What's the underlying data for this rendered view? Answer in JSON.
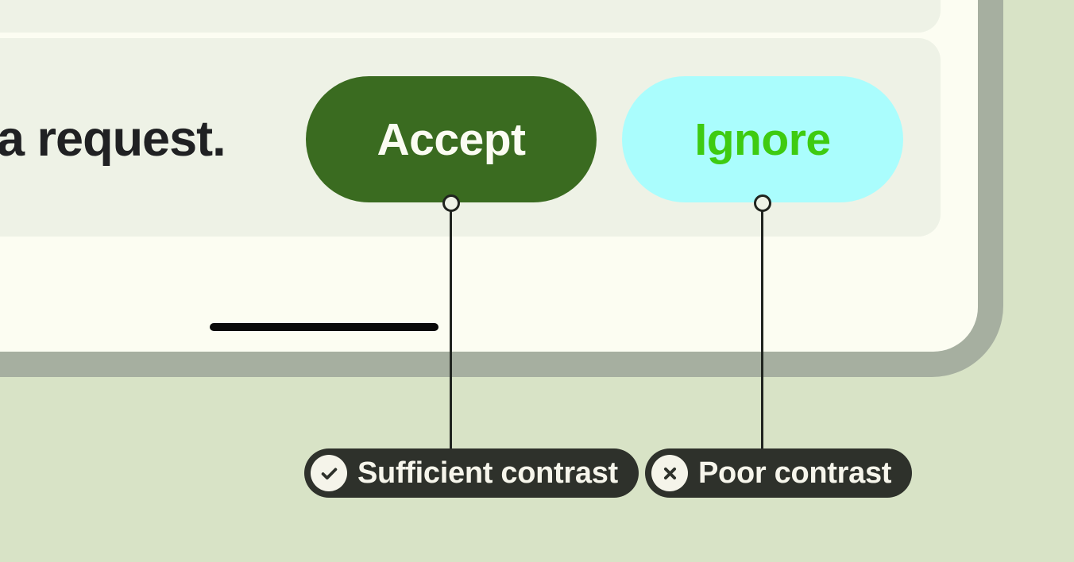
{
  "mockup": {
    "truncated_text": "a request.",
    "accept_button": {
      "label": "Accept",
      "bg": "#3a6b20",
      "text_color": "#fbfcf2"
    },
    "ignore_button": {
      "label": "Ignore",
      "bg": "#aafdfd",
      "text_color": "#3ecb11"
    }
  },
  "annotations": {
    "sufficient": {
      "label": "Sufficient contrast",
      "icon": "check-icon"
    },
    "poor": {
      "label": "Poor contrast",
      "icon": "x-icon"
    }
  },
  "colors": {
    "page_background": "#d8e3c6",
    "frame_border": "#a6afa0",
    "card_background": "#fcfdf2",
    "row_background": "#eef2e6",
    "annotation_pill": "#2e312b",
    "annotation_text": "#f6f5eb",
    "connector_line": "#20241f",
    "divider_bar": "#0a0a0a"
  }
}
